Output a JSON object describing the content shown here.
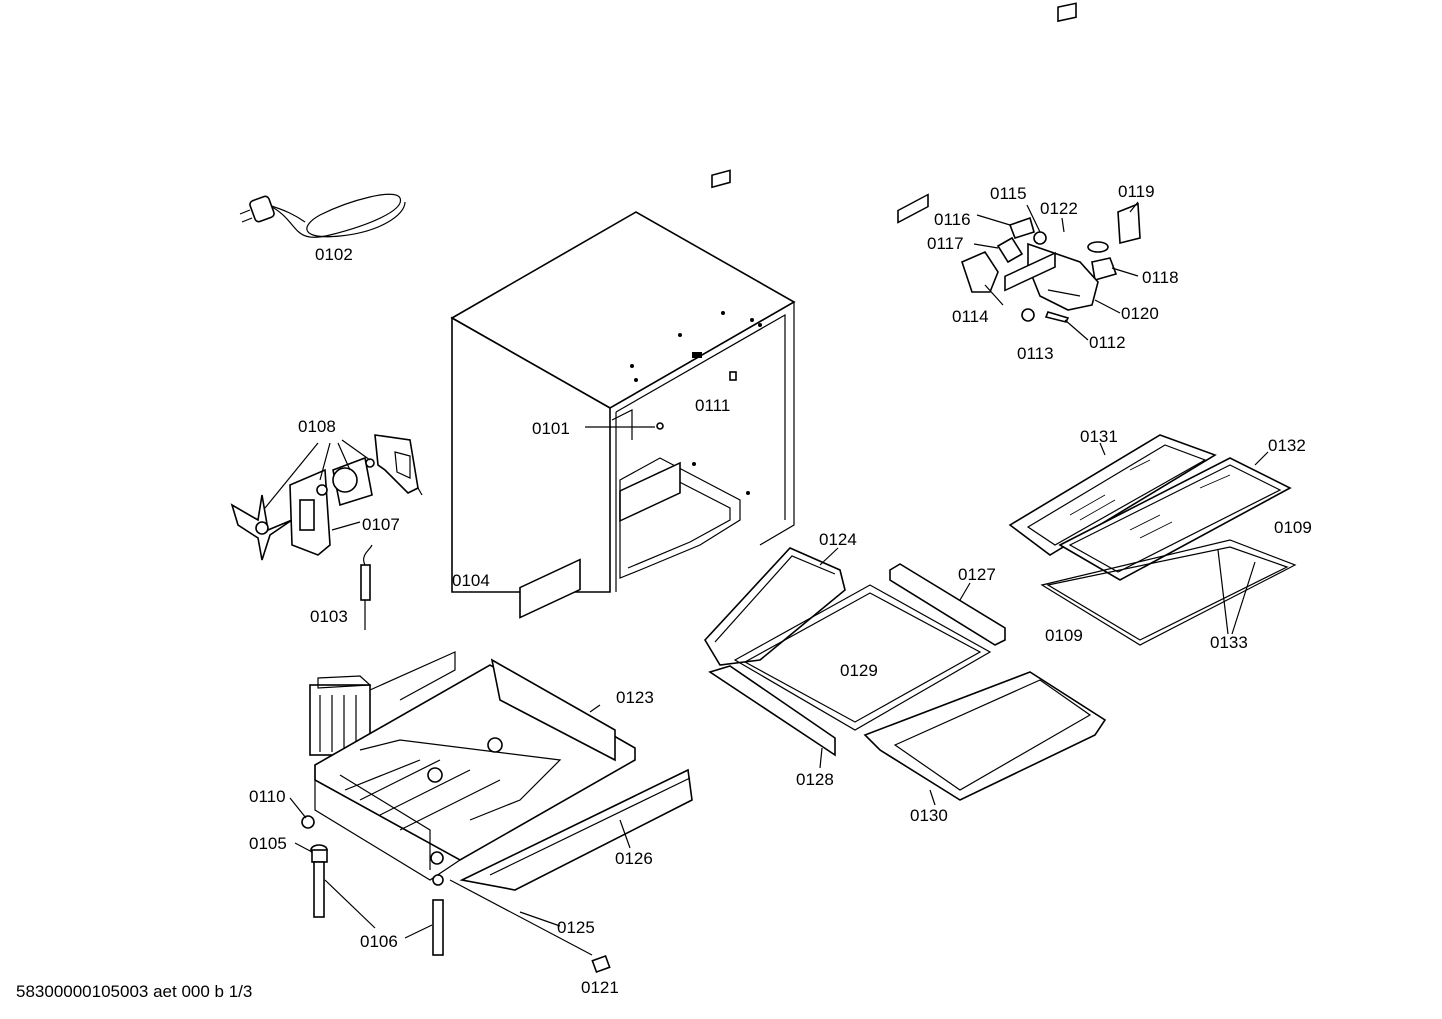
{
  "diagram": {
    "footer": "58300000105003 aet 000 b 1/3",
    "labels": {
      "p0101": "0101",
      "p0102": "0102",
      "p0103": "0103",
      "p0104": "0104",
      "p0105": "0105",
      "p0106": "0106",
      "p0107": "0107",
      "p0108": "0108",
      "p0109a": "0109",
      "p0109b": "0109",
      "p0110": "0110",
      "p0111": "0111",
      "p0112": "0112",
      "p0113": "0113",
      "p0114": "0114",
      "p0115": "0115",
      "p0116": "0116",
      "p0117": "0117",
      "p0118": "0118",
      "p0119": "0119",
      "p0120": "0120",
      "p0121": "0121",
      "p0122": "0122",
      "p0123": "0123",
      "p0124": "0124",
      "p0125": "0125",
      "p0126": "0126",
      "p0127": "0127",
      "p0128": "0128",
      "p0129": "0129",
      "p0130": "0130",
      "p0131": "0131",
      "p0132": "0132",
      "p0133": "0133"
    }
  }
}
